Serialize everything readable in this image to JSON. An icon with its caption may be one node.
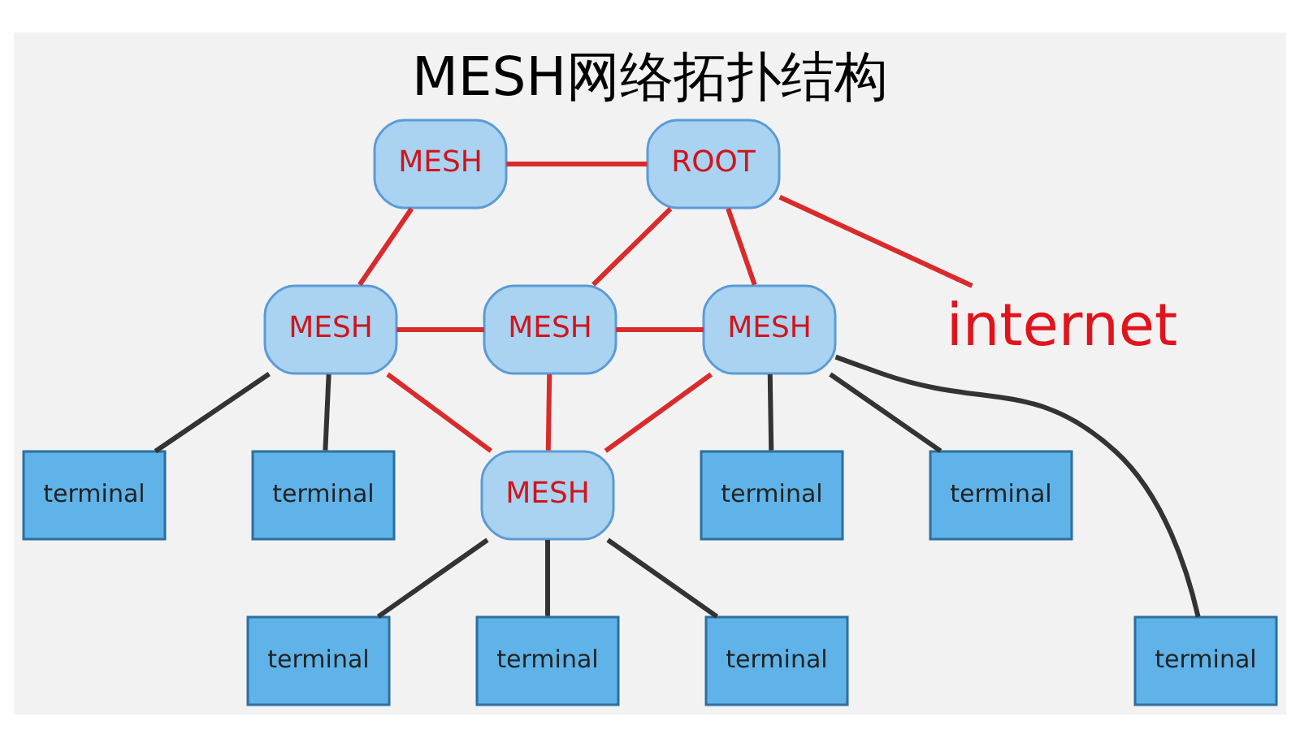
{
  "diagram": {
    "title": "MESH网络拓扑结构",
    "nodes": [
      {
        "text": [
          "MESH"
        ]
      },
      {
        "text": [
          "ROOT"
        ]
      },
      {
        "text": [
          "internet"
        ]
      },
      {
        "text": [
          "MESH"
        ]
      },
      {
        "text": [
          "MESH"
        ]
      },
      {
        "text": [
          "MESH"
        ]
      },
      {
        "text": [
          "MESH"
        ]
      },
      {
        "text": [
          "terminal"
        ]
      },
      {
        "text": [
          "terminal"
        ]
      },
      {
        "text": [
          "terminal"
        ]
      },
      {
        "text": [
          "terminal"
        ]
      },
      {
        "text": [
          "terminal"
        ]
      },
      {
        "text": [
          "terminal"
        ]
      },
      {
        "text": [
          "terminal"
        ]
      },
      {
        "text": [
          "terminal"
        ]
      }
    ],
    "edges": [
      {
        "from": 0,
        "to": 1,
        "arrow": "none"
      },
      {
        "from": 1,
        "to": 2,
        "arrow": "none"
      },
      {
        "from": 0,
        "to": 3,
        "arrow": "none"
      },
      {
        "from": 1,
        "to": 4,
        "arrow": "none"
      },
      {
        "from": 1,
        "to": 5,
        "arrow": "none"
      },
      {
        "from": 3,
        "to": 4,
        "arrow": "none"
      },
      {
        "from": 4,
        "to": 5,
        "arrow": "none"
      },
      {
        "from": 3,
        "to": 6,
        "arrow": "none"
      },
      {
        "from": 4,
        "to": 6,
        "arrow": "none"
      },
      {
        "from": 5,
        "to": 6,
        "arrow": "none"
      },
      {
        "from": 3,
        "to": 7,
        "arrow": "none",
        "color": "#333333"
      },
      {
        "from": 3,
        "to": 9,
        "arrow": "none",
        "color": "#333333"
      },
      {
        "from": 6,
        "to": 11,
        "arrow": "none",
        "color": "#333333"
      },
      {
        "from": 6,
        "to": 12,
        "arrow": "none",
        "color": "#333333"
      },
      {
        "from": 6,
        "to": 13,
        "arrow": "none",
        "color": "#333333"
      },
      {
        "from": 5,
        "to": 14,
        "arrow": "none",
        "color": "#333333"
      },
      {
        "from": 5,
        "to": 10,
        "arrow": "none",
        "color": "#333333"
      },
      {
        "from": 5,
        "to": 8,
        "arrow": "none",
        "color": "#333333"
      }
    ]
  }
}
